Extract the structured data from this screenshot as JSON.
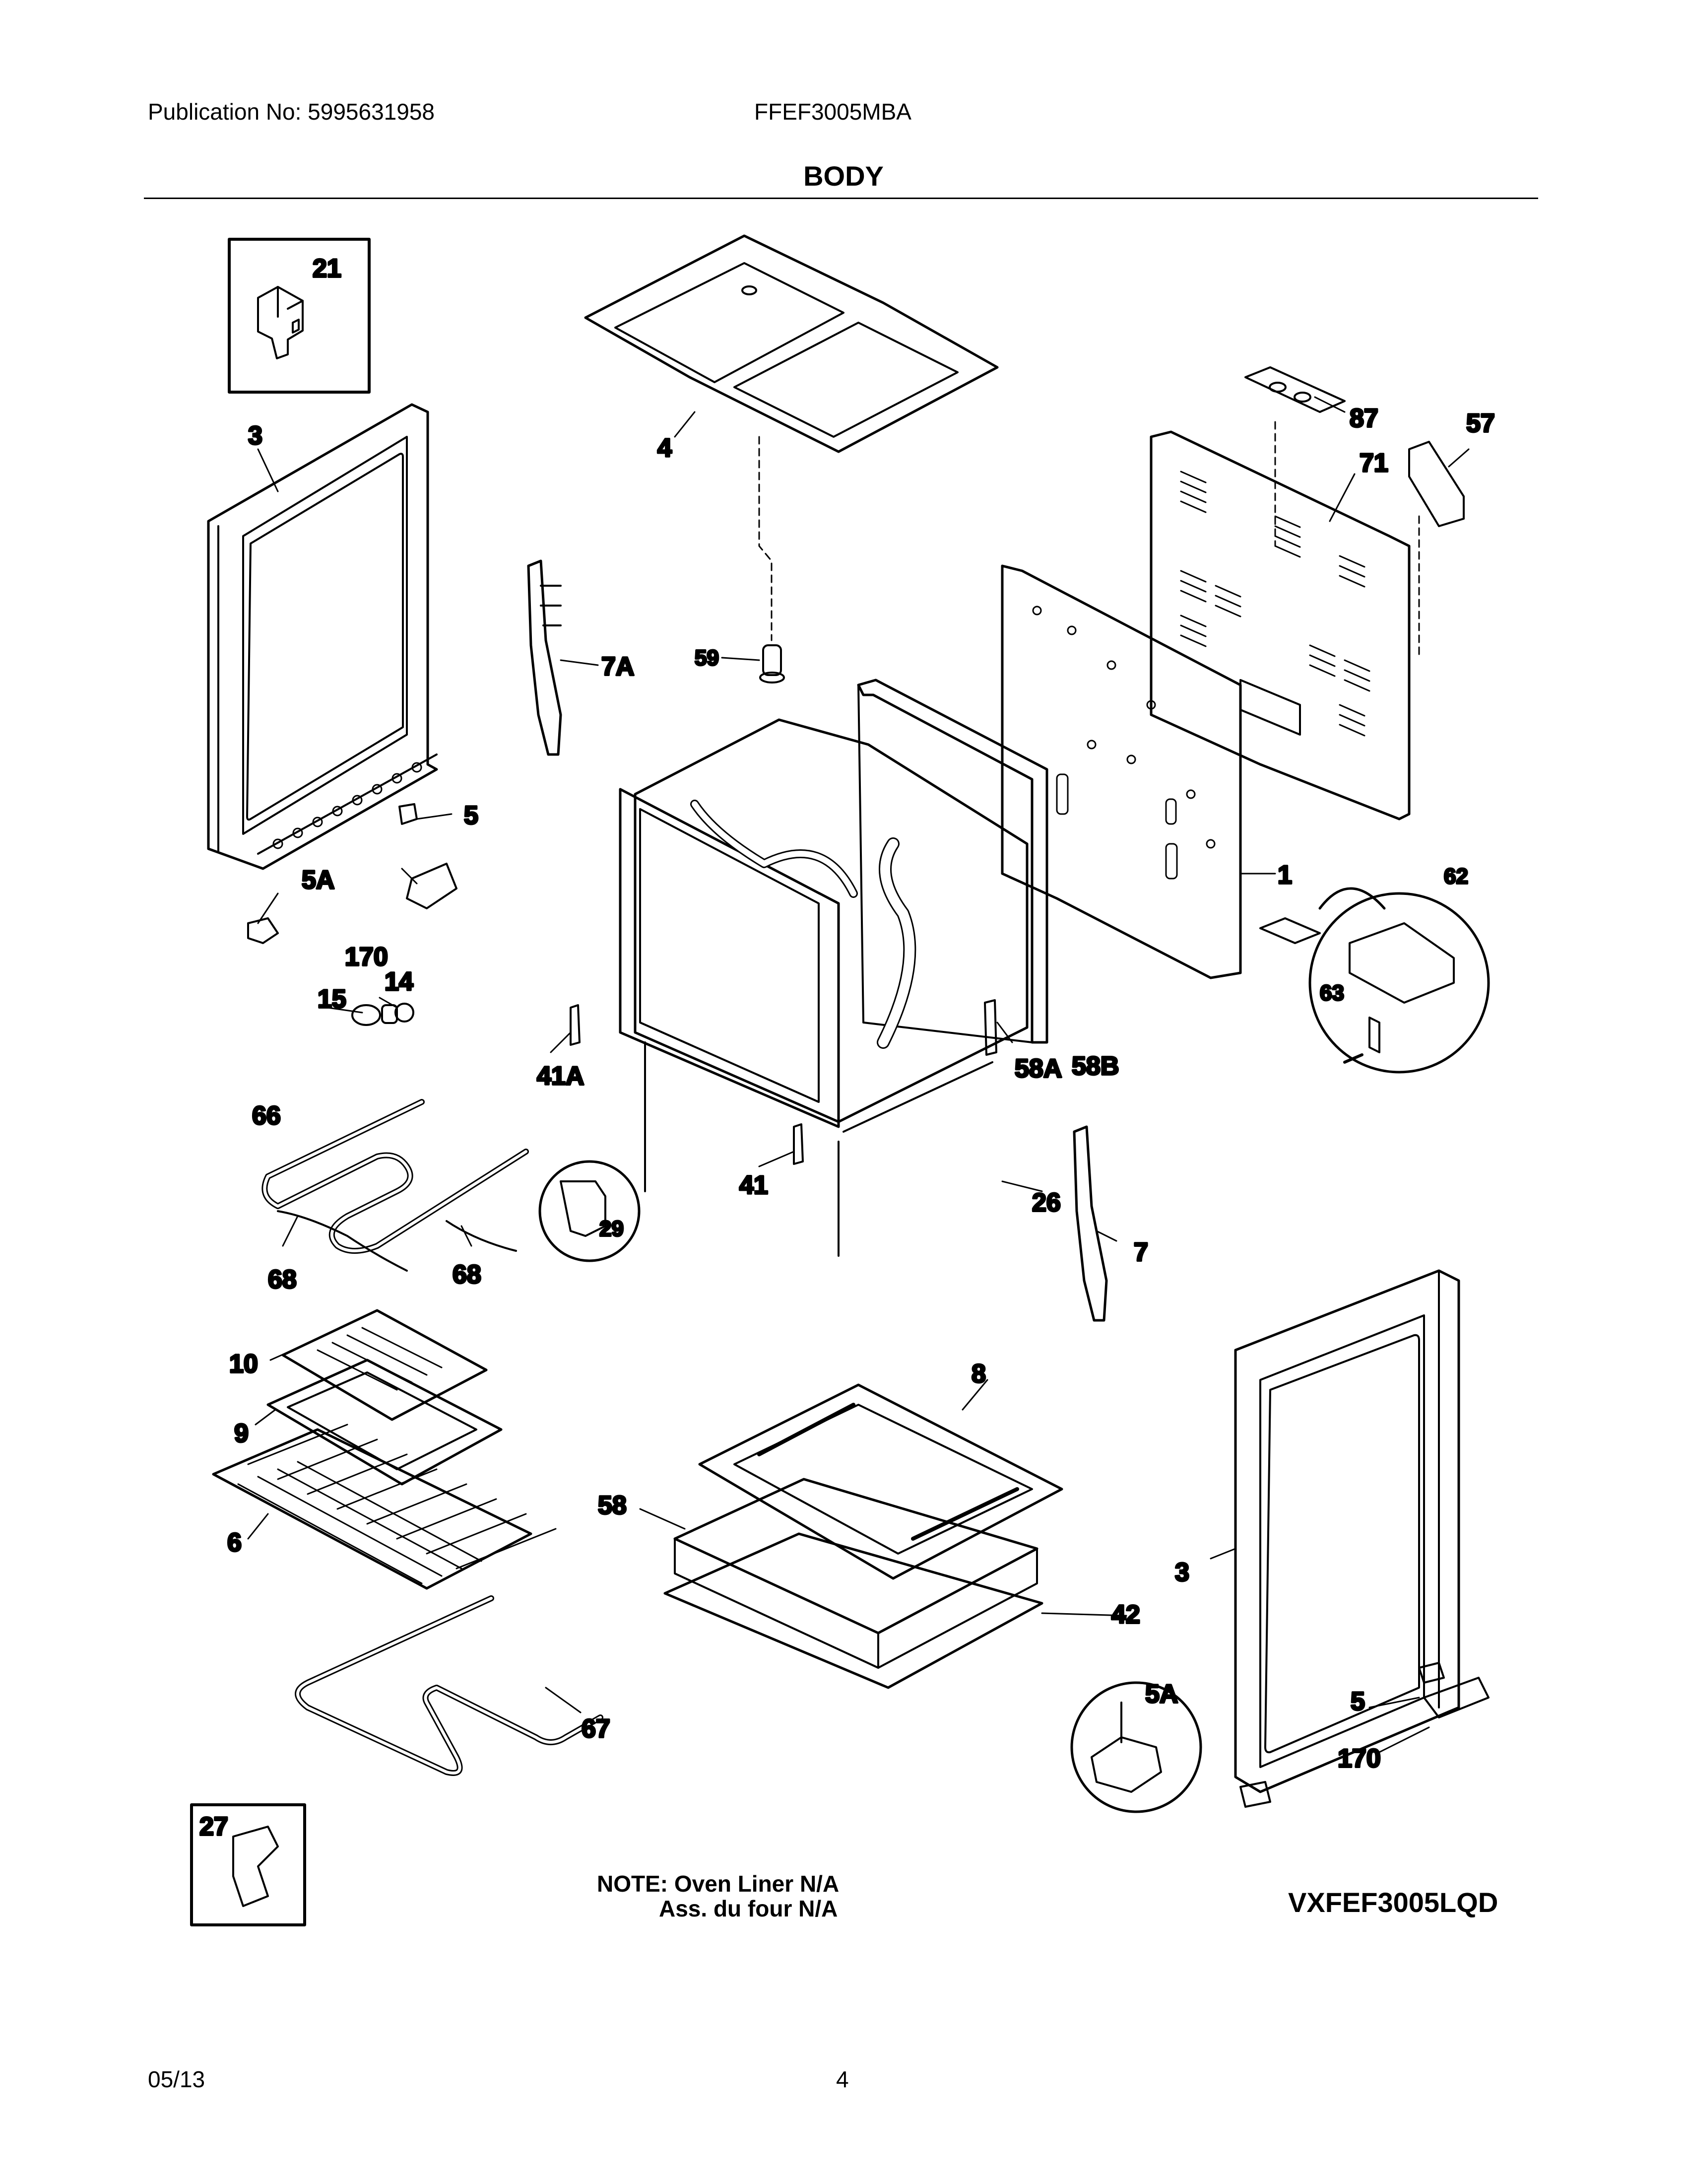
{
  "header": {
    "publication": "Publication No: 5995631958",
    "model": "FFEF3005MBA",
    "section_title": "BODY"
  },
  "parts": {
    "p1": "1",
    "p3": "3",
    "p4": "4",
    "p5": "5",
    "p5A": "5A",
    "p6": "6",
    "p7": "7",
    "p7A": "7A",
    "p8": "8",
    "p9": "9",
    "p10": "10",
    "p14": "14",
    "p15": "15",
    "p21": "21",
    "p26": "26",
    "p27": "27",
    "p29": "29",
    "p41": "41",
    "p41A": "41A",
    "p42": "42",
    "p57": "57",
    "p58": "58",
    "p58A": "58A",
    "p58B": "58B",
    "p59": "59",
    "p62": "62",
    "p63": "63",
    "p66": "66",
    "p67": "67",
    "p68": "68",
    "p71": "71",
    "p87": "87",
    "p170": "170"
  },
  "notes": {
    "line1": "NOTE: Oven Liner N/A",
    "line2": "Ass. du four N/A",
    "variant": "VXFEF3005LQD"
  },
  "footer": {
    "date": "05/13",
    "page": "4"
  }
}
